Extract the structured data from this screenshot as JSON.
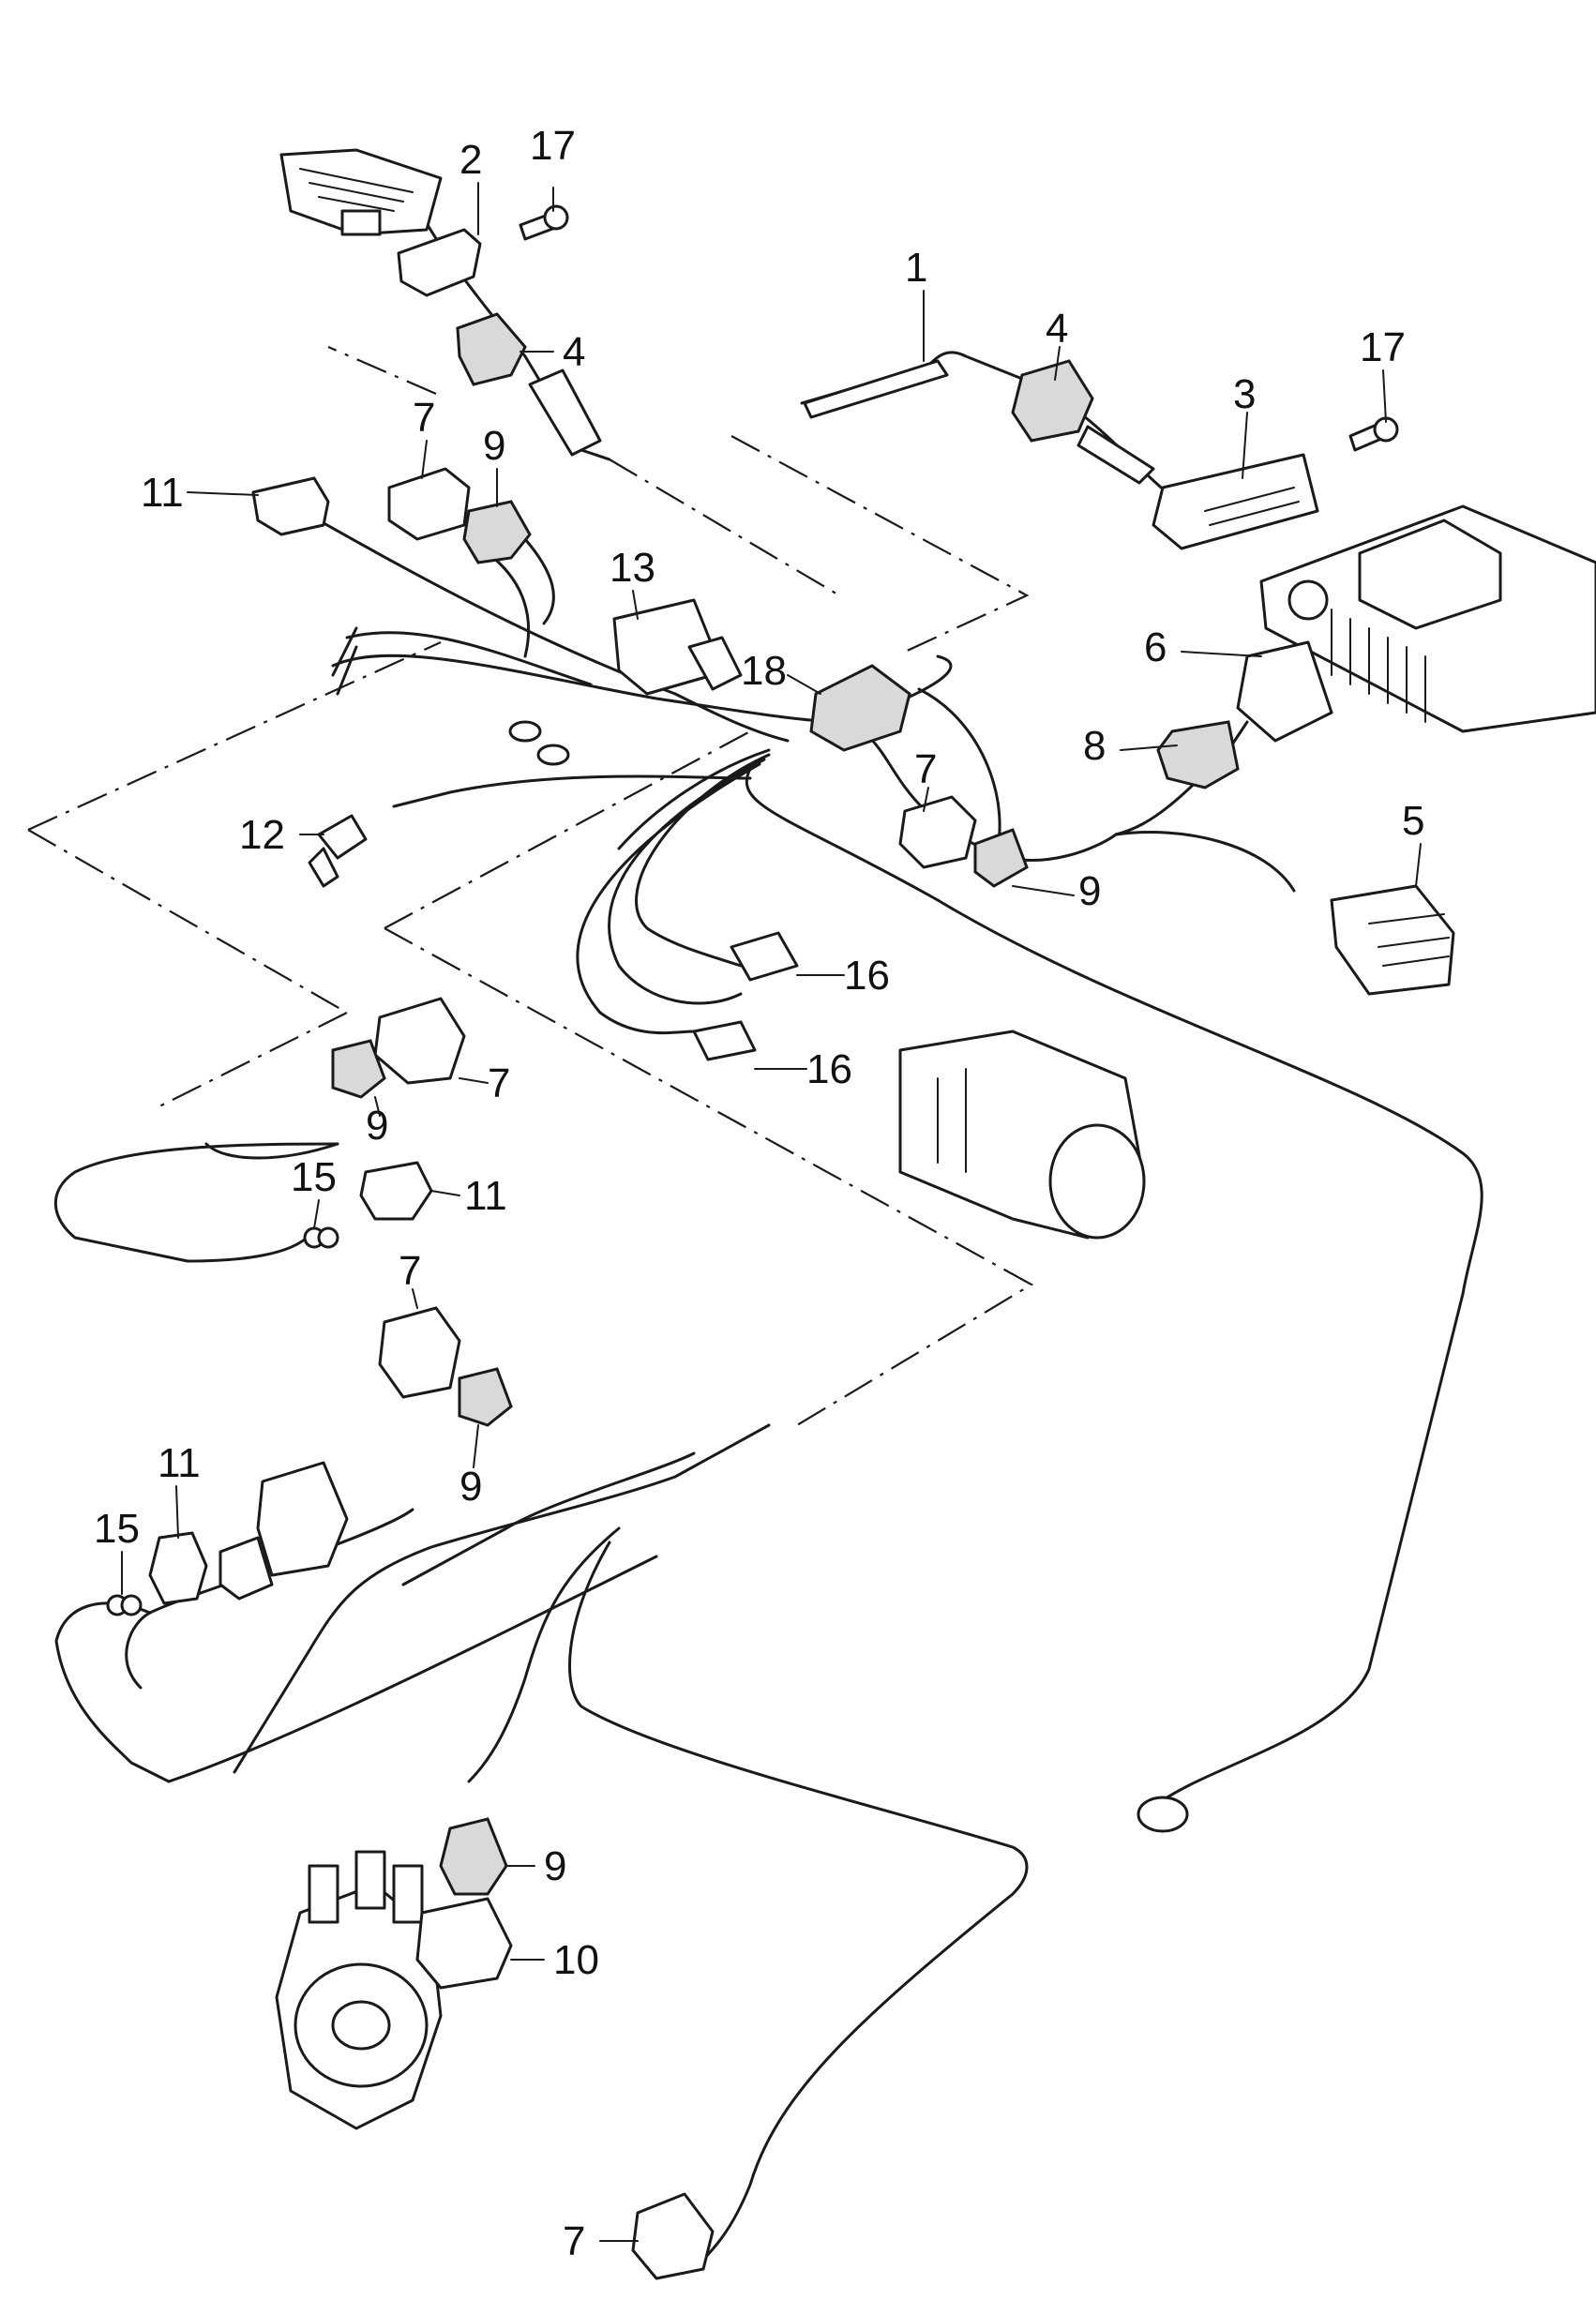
{
  "callouts": {
    "c1": "1",
    "c2": "2",
    "c3": "3",
    "c4a": "4",
    "c4b": "4",
    "c5": "5",
    "c6": "6",
    "c7a": "7",
    "c7b": "7",
    "c7c": "7",
    "c7d": "7",
    "c7e": "7",
    "c8": "8",
    "c9a": "9",
    "c9b": "9",
    "c9c": "9",
    "c9d": "9",
    "c9e": "9",
    "c10": "10",
    "c11a": "11",
    "c11b": "11",
    "c11c": "11",
    "c12": "12",
    "c13": "13",
    "c15a": "15",
    "c15b": "15",
    "c16a": "16",
    "c16b": "16",
    "c17a": "17",
    "c17b": "17",
    "c18": "18"
  },
  "colors": {
    "ink": "#1a1a1a",
    "paper": "#ffffff",
    "boot_fill": "#d9d9d9"
  }
}
